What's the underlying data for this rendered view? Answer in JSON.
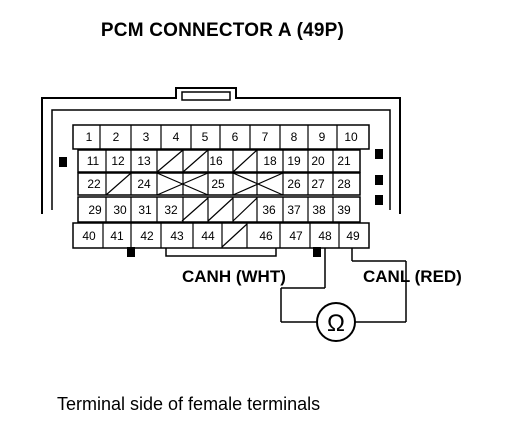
{
  "title": "PCM CONNECTOR A (49P)",
  "caption": "Terminal side of female terminals",
  "wires": {
    "canh": "CANH (WHT)",
    "canl": "CANL (RED)"
  },
  "meter_symbol": "Ω",
  "connector": {
    "rows": [
      [
        "1",
        "2",
        "3",
        "4",
        "5",
        "6",
        "7",
        "8",
        "9",
        "10"
      ],
      [
        "11",
        "12",
        "13",
        "",
        "",
        "16",
        "",
        "18",
        "19",
        "20",
        "21"
      ],
      [
        "22",
        "",
        "24",
        "",
        "",
        "25",
        "",
        "",
        "26",
        "27",
        "28"
      ],
      [
        "29",
        "30",
        "31",
        "32",
        "",
        "",
        "",
        "36",
        "37",
        "38",
        "39"
      ],
      [
        "40",
        "41",
        "42",
        "43",
        "44",
        "",
        "46",
        "47",
        "48",
        "49"
      ]
    ]
  }
}
